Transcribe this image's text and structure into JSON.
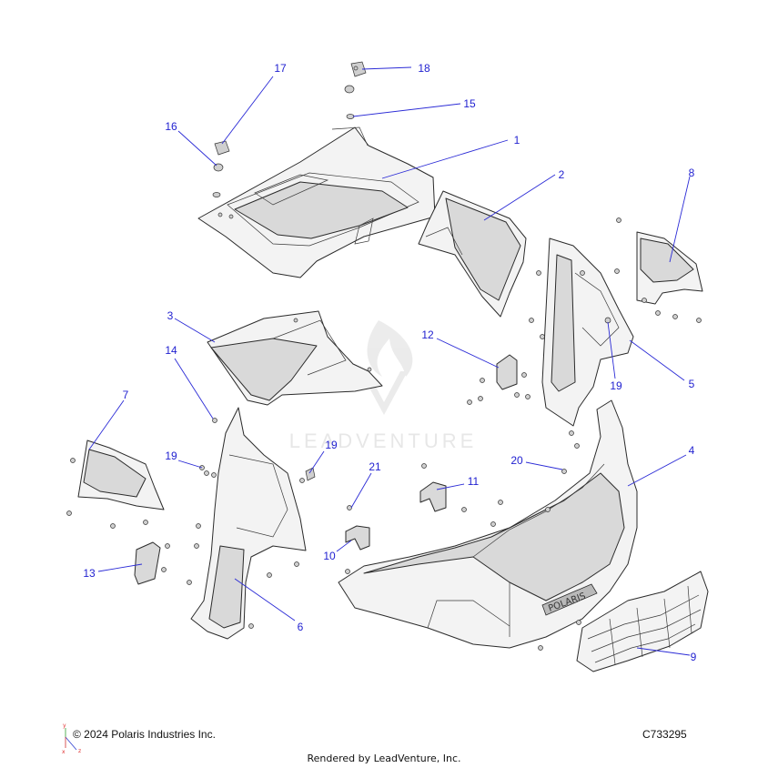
{
  "diagram": {
    "callouts": [
      {
        "id": "c17",
        "label": "17"
      },
      {
        "id": "c18",
        "label": "18"
      },
      {
        "id": "c15",
        "label": "15"
      },
      {
        "id": "c16",
        "label": "16"
      },
      {
        "id": "c1",
        "label": "1"
      },
      {
        "id": "c2",
        "label": "2"
      },
      {
        "id": "c8",
        "label": "8"
      },
      {
        "id": "c3",
        "label": "3"
      },
      {
        "id": "c12",
        "label": "12"
      },
      {
        "id": "c14",
        "label": "14"
      },
      {
        "id": "c19a",
        "label": "19"
      },
      {
        "id": "c5",
        "label": "5"
      },
      {
        "id": "c7",
        "label": "7"
      },
      {
        "id": "c19b",
        "label": "19"
      },
      {
        "id": "c19c",
        "label": "19"
      },
      {
        "id": "c4",
        "label": "4"
      },
      {
        "id": "c20",
        "label": "20"
      },
      {
        "id": "c21",
        "label": "21"
      },
      {
        "id": "c11",
        "label": "11"
      },
      {
        "id": "c10",
        "label": "10"
      },
      {
        "id": "c13",
        "label": "13"
      },
      {
        "id": "c6",
        "label": "6"
      },
      {
        "id": "c9",
        "label": "9"
      }
    ],
    "watermark": "LEADVENTURE",
    "bumper_logo": "POLARIS",
    "axis_labels": {
      "y": "y",
      "z": "z",
      "x": "x"
    }
  },
  "footer": {
    "copyright": "© 2024 Polaris Industries Inc.",
    "figure_code": "C733295",
    "rendered_by": "Rendered by LeadVenture, Inc."
  },
  "colors": {
    "callout": "#1f1fd0",
    "leader": "#2b2bd6",
    "line_art": "#2b2b2b",
    "watermark": "#d4d4d4"
  }
}
